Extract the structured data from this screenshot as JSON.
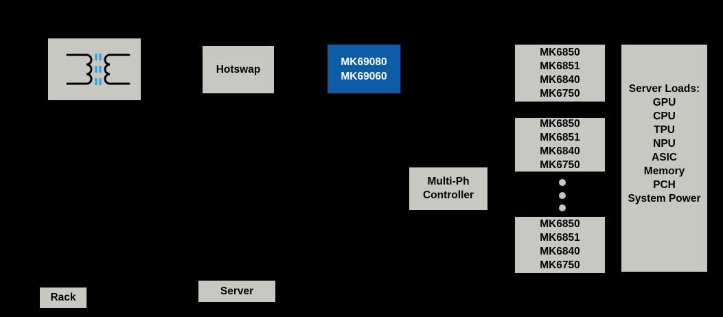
{
  "colors": {
    "background": "#000000",
    "box_gray": "#c8c8c3",
    "accent_blue": "#0c5ca8",
    "core_dash_blue": "#33a7e0",
    "text_black": "#000000",
    "text_white": "#ffffff"
  },
  "nodes": {
    "transformer": {
      "icon": "transformer-coils-with-dashed-core"
    },
    "hotswap": {
      "label": "Hotswap"
    },
    "regulator": {
      "lines": [
        "MK69080",
        "MK69060"
      ]
    },
    "controller": {
      "lines": [
        "Multi-Ph",
        "Controller"
      ]
    },
    "phase_stacks": [
      {
        "lines": [
          "MK6850",
          "MK6851",
          "MK6840",
          "MK6750"
        ]
      },
      {
        "lines": [
          "MK6850",
          "MK6851",
          "MK6840",
          "MK6750"
        ]
      },
      {
        "lines": [
          "MK6850",
          "MK6851",
          "MK6840",
          "MK6750"
        ]
      }
    ],
    "server_loads": {
      "lines": [
        "Server Loads:",
        "GPU",
        "CPU",
        "TPU",
        "NPU",
        "ASIC",
        "Memory",
        "PCH",
        "System Power"
      ]
    },
    "rack": {
      "label": "Rack"
    },
    "server": {
      "label": "Server"
    }
  },
  "ellipsis": {
    "dot_count": 3
  }
}
